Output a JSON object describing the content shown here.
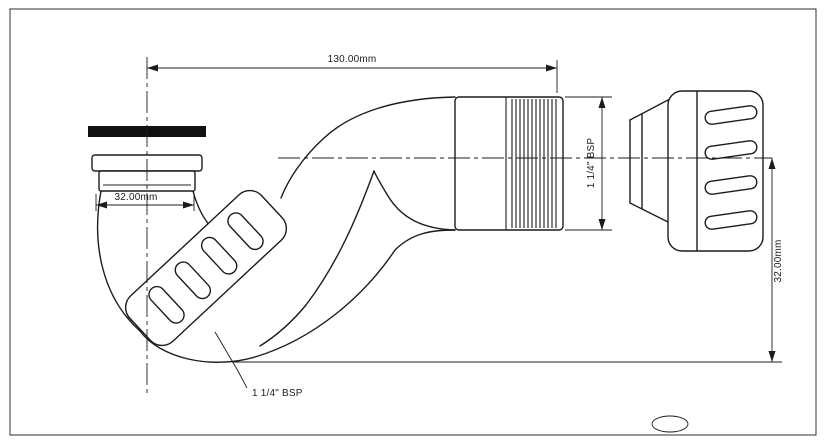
{
  "drawing": {
    "labels": {
      "overall_length": "130.00mm",
      "inlet_size": "32.00mm",
      "outlet_thread": "1 1/4\" BSP",
      "seal_depth": "32.00mm",
      "inlet_thread": "1 1/4\" BSP"
    },
    "colors": {
      "line": "#1c1c1c",
      "background": "#ffffff"
    }
  }
}
